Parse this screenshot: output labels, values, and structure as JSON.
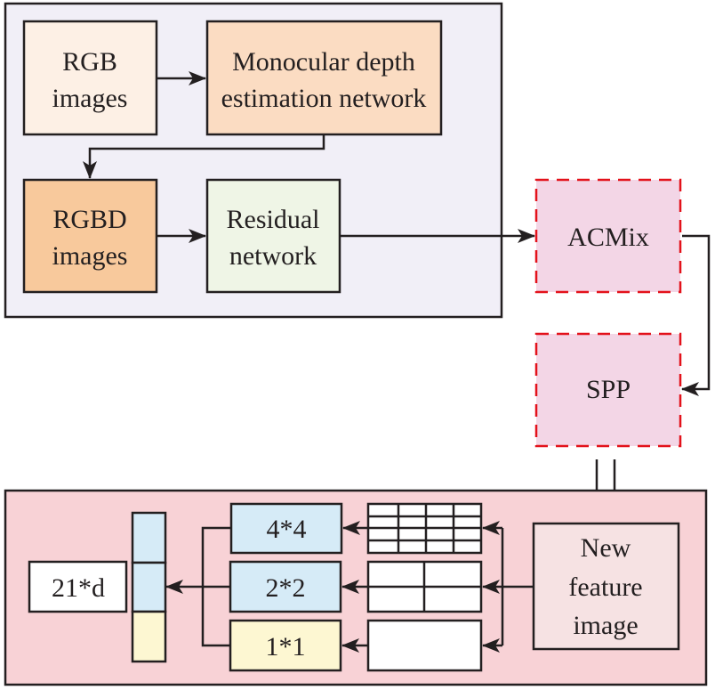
{
  "colors": {
    "stroke": "#231f20",
    "dashed_stroke": "#e3121b",
    "top_panel_bg": "#f1eff7",
    "bottom_panel_bg": "#f8d2d6",
    "rgb_fill": "#fdf0e5",
    "monocular_fill": "#fbdcc2",
    "rgbd_fill": "#f8c99c",
    "residual_fill": "#eff5e6",
    "attention_fill": "#f3d6e6",
    "feature_fill": "#f6e2e3",
    "blue_fill": "#d6ebf7",
    "yellow_fill": "#fdf7d2",
    "white_fill": "#ffffff"
  },
  "top_panel": {
    "rgb_images": [
      "RGB",
      "images"
    ],
    "monocular": [
      "Monocular depth",
      "estimation network"
    ],
    "rgbd_images": [
      "RGBD",
      "images"
    ],
    "residual": [
      "Residual",
      "network"
    ]
  },
  "modules": {
    "acmix": "ACMix",
    "spp": "SPP"
  },
  "spp_panel": {
    "new_feature": [
      "New",
      "feature",
      "image"
    ],
    "pools": [
      {
        "label": "4*4",
        "grid": 4,
        "fill": "blue"
      },
      {
        "label": "2*2",
        "grid": 2,
        "fill": "blue"
      },
      {
        "label": "1*1",
        "grid": 1,
        "fill": "yellow"
      }
    ],
    "output": "21*d"
  }
}
